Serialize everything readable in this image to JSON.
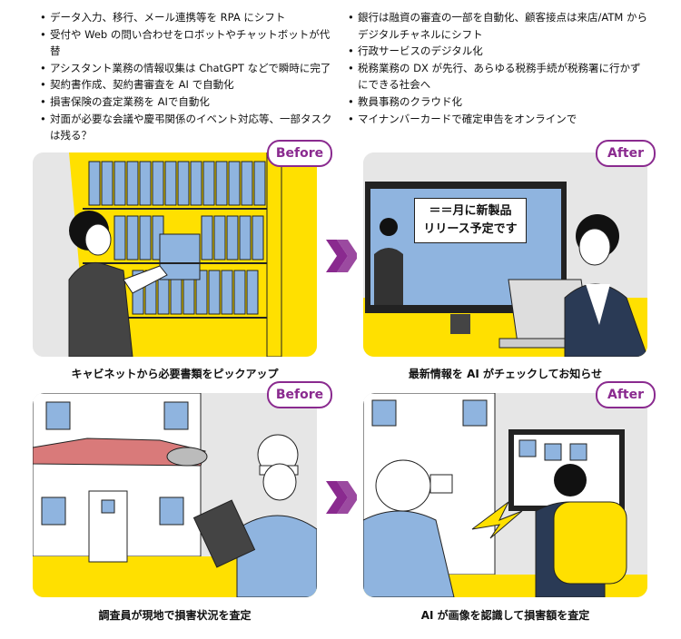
{
  "bullets_left": [
    "データ入力、移行、メール連携等を RPA にシフト",
    "受付や Web の問い合わせをロボットやチャットボットが代替",
    "アシスタント業務の情報収集は ChatGPT などで瞬時に完了",
    "契約書作成、契約書審査を AI で自動化",
    "損害保険の査定業務を AIで自動化",
    "対面が必要な会議や慶弔関係のイベント対応等、一部タスクは残る？"
  ],
  "bullets_right": [
    "銀行は融資の審査の一部を自動化、顧客接点は来店/ATM からデジタルチャネルにシフト",
    "行政サービスのデジタル化",
    "税務業務の DX が先行、あらゆる税務手続が税務署に行かずにできる社会へ",
    "教員事務のクラウド化",
    "マイナンバーカードで確定申告をオンラインで"
  ],
  "badges": {
    "before": "Before",
    "after": "After"
  },
  "captions": {
    "top_left": "キャビネットから必要書類をピックアップ",
    "top_right": "最新情報を AI がチェックしてお知らせ",
    "bottom_left": "調査員が現地で損害状況を査定",
    "bottom_right": "AI が画像を認識して損害額を査定"
  },
  "screen_text": {
    "line1": "＝＝月に新製品",
    "line2": "リリース予定です"
  },
  "colors": {
    "accent": "#8a2a8f",
    "yellow": "#ffe000",
    "blue": "#8fb4df",
    "panel_bg": "#e6e6e6"
  }
}
